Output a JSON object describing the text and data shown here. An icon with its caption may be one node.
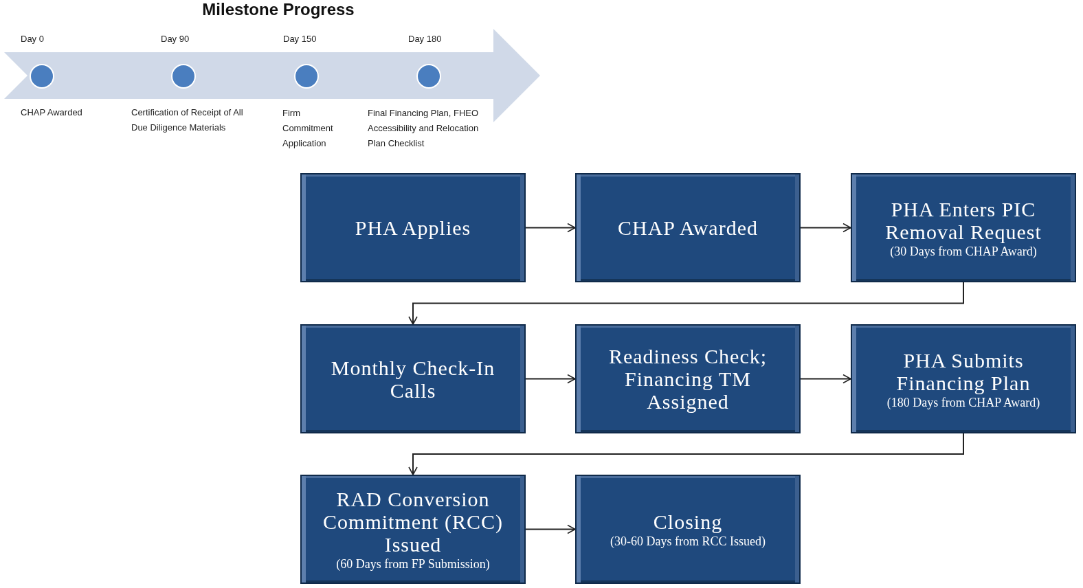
{
  "diagram": {
    "title": "Milestone Progress",
    "nodes": [
      {
        "text": [
          "PHA Applies"
        ]
      },
      {
        "text": [
          "CHAP Awarded"
        ]
      },
      {
        "text": [
          "PHA Enters PIC Removal Request",
          "(30 Days from CHAP Award)"
        ]
      },
      {
        "text": [
          "Monthly Check-In Calls"
        ]
      },
      {
        "text": [
          "Readiness Check; Financing TM Assigned"
        ]
      },
      {
        "text": [
          "PHA Submits Financing Plan",
          "(180 Days from CHAP Award)"
        ]
      },
      {
        "text": [
          "RAD Conversion Commitment (RCC) Issued",
          "(60 Days from FP Submission)"
        ]
      },
      {
        "text": [
          "Closing",
          "(30-60 Days from RCC Issued)"
        ]
      }
    ],
    "edges": [
      {
        "from": 0,
        "to": 1,
        "arrow": "to"
      },
      {
        "from": 1,
        "to": 2,
        "arrow": "to"
      },
      {
        "from": 2,
        "to": 3,
        "arrow": "to"
      },
      {
        "from": 3,
        "to": 4,
        "arrow": "to"
      },
      {
        "from": 4,
        "to": 5,
        "arrow": "to"
      },
      {
        "from": 5,
        "to": 6,
        "arrow": "to"
      },
      {
        "from": 6,
        "to": 7,
        "arrow": "to"
      }
    ],
    "labels": [
      "Day 0",
      "Day 90",
      "Day 150",
      "Day 180",
      "CHAP Awarded",
      "Certification of Receipt of All Due Diligence Materials",
      "Firm Commitment Application",
      "Final Financing Plan, FHEO Accessibility and Relocation Plan Checklist"
    ]
  }
}
